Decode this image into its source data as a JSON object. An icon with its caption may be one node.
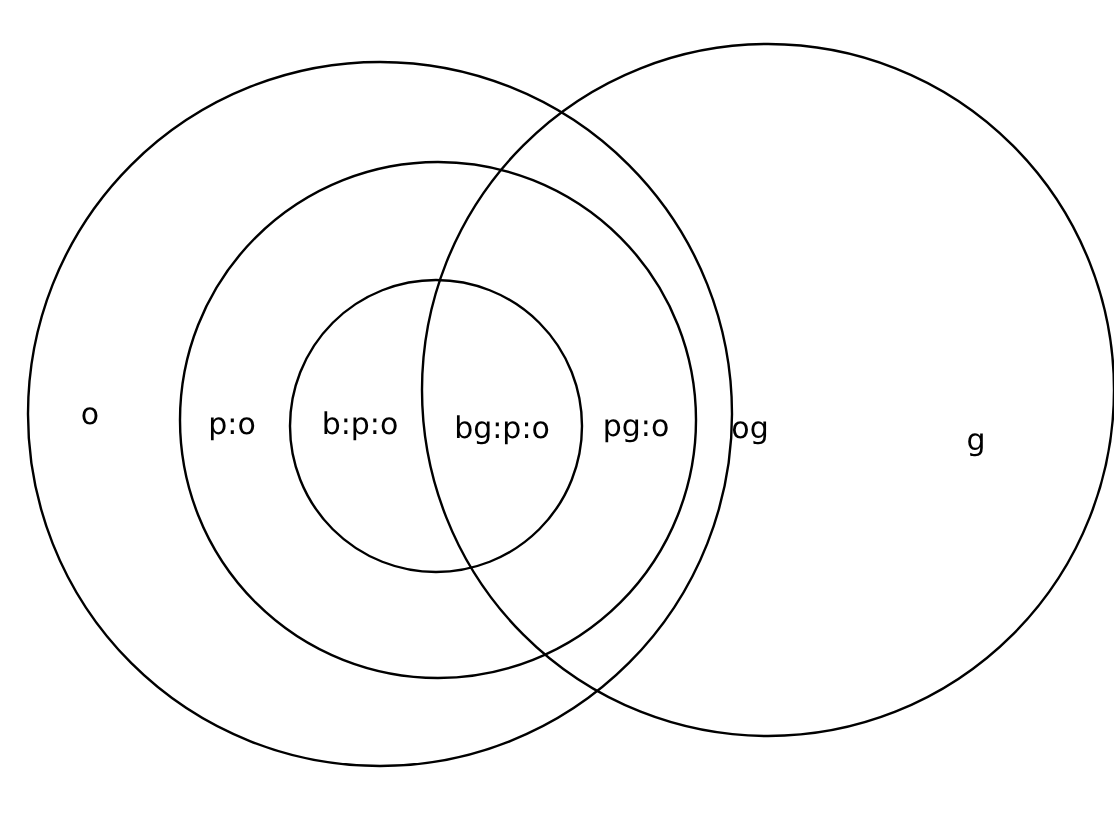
{
  "diagram": {
    "nodes": [
      {
        "text": [],
        "shape": "circle"
      },
      {
        "text": [],
        "shape": "circle",
        "in": 0
      },
      {
        "text": [],
        "shape": "circle",
        "in": 1
      },
      {
        "text": [],
        "shape": "circle"
      }
    ],
    "edges": [],
    "labels": [
      "o",
      "p:o",
      "b:p:o",
      "bg:p:o",
      "pg:o",
      "og",
      "g"
    ]
  }
}
